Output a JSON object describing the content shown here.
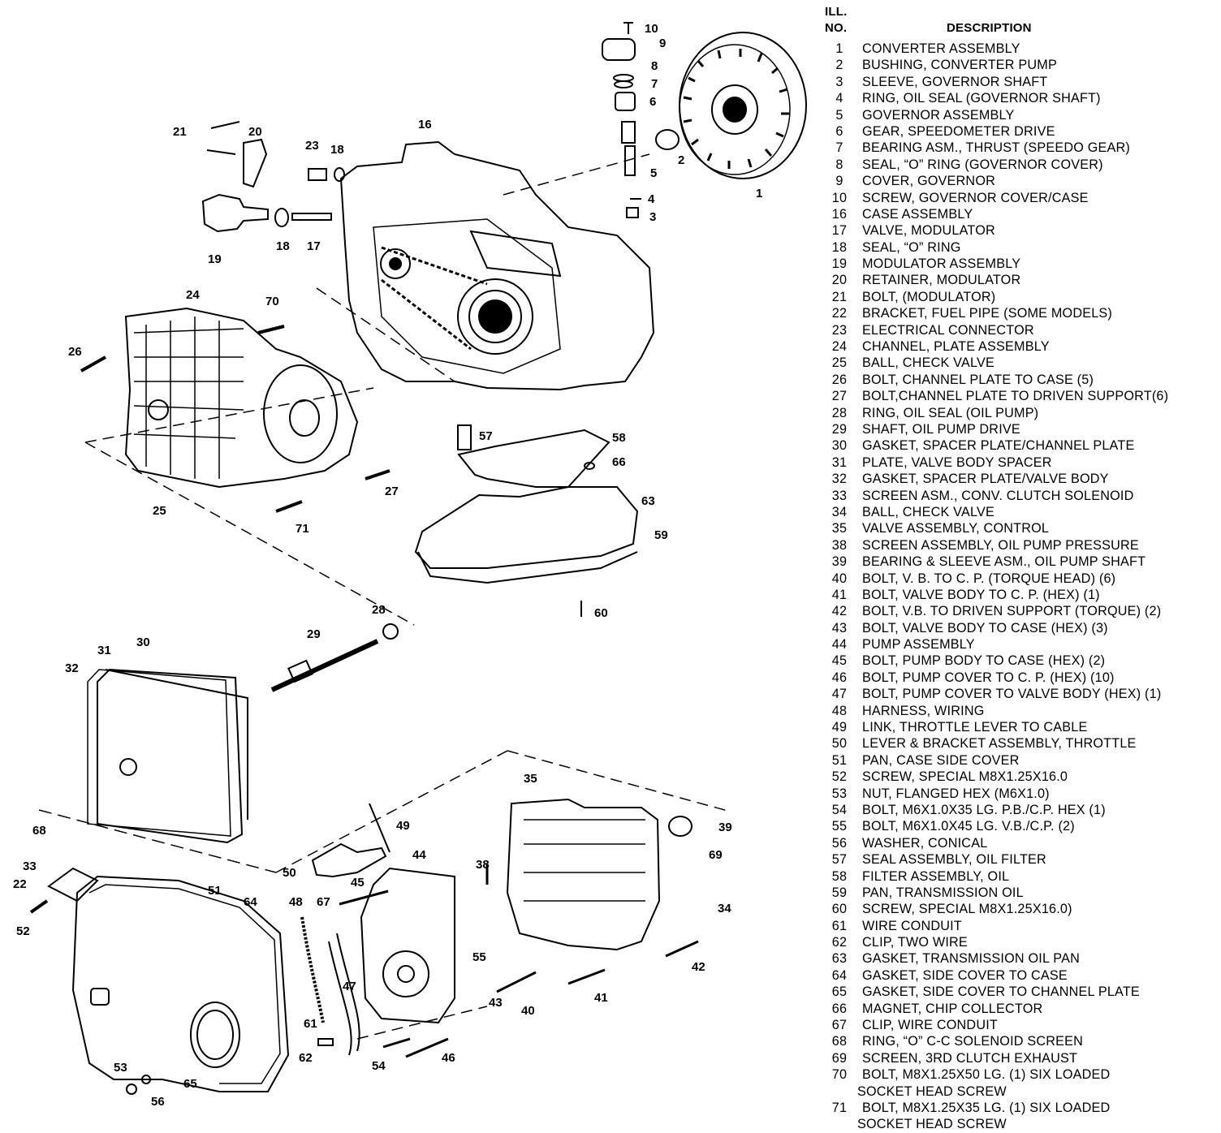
{
  "legend": {
    "header_ill": "ILL.",
    "header_no": "NO.",
    "header_desc": "DESCRIPTION",
    "items": [
      {
        "no": "1",
        "desc": "CONVERTER ASSEMBLY"
      },
      {
        "no": "2",
        "desc": "BUSHING, CONVERTER PUMP"
      },
      {
        "no": "3",
        "desc": "SLEEVE, GOVERNOR SHAFT"
      },
      {
        "no": "4",
        "desc": "RING, OIL SEAL (GOVERNOR SHAFT)"
      },
      {
        "no": "5",
        "desc": "GOVERNOR ASSEMBLY"
      },
      {
        "no": "6",
        "desc": "GEAR, SPEEDOMETER DRIVE"
      },
      {
        "no": "7",
        "desc": "BEARING ASM., THRUST (SPEEDO GEAR)"
      },
      {
        "no": "8",
        "desc": "SEAL, “O” RING (GOVERNOR COVER)"
      },
      {
        "no": "9",
        "desc": "COVER, GOVERNOR"
      },
      {
        "no": "10",
        "desc": "SCREW, GOVERNOR COVER/CASE"
      },
      {
        "no": "16",
        "desc": "CASE ASSEMBLY"
      },
      {
        "no": "17",
        "desc": "VALVE, MODULATOR"
      },
      {
        "no": "18",
        "desc": "SEAL, “O” RING"
      },
      {
        "no": "19",
        "desc": "MODULATOR ASSEMBLY"
      },
      {
        "no": "20",
        "desc": "RETAINER, MODULATOR"
      },
      {
        "no": "21",
        "desc": "BOLT, (MODULATOR)"
      },
      {
        "no": "22",
        "desc": "BRACKET, FUEL PIPE (SOME MODELS)"
      },
      {
        "no": "23",
        "desc": "ELECTRICAL CONNECTOR"
      },
      {
        "no": "24",
        "desc": "CHANNEL, PLATE ASSEMBLY"
      },
      {
        "no": "25",
        "desc": "BALL, CHECK VALVE"
      },
      {
        "no": "26",
        "desc": "BOLT, CHANNEL PLATE TO CASE (5)"
      },
      {
        "no": "27",
        "desc": "BOLT,CHANNEL PLATE TO DRIVEN SUPPORT(6)"
      },
      {
        "no": "28",
        "desc": "RING, OIL SEAL (OIL PUMP)"
      },
      {
        "no": "29",
        "desc": "SHAFT, OIL PUMP DRIVE"
      },
      {
        "no": "30",
        "desc": "GASKET, SPACER PLATE/CHANNEL PLATE"
      },
      {
        "no": "31",
        "desc": "PLATE, VALVE BODY SPACER"
      },
      {
        "no": "32",
        "desc": "GASKET, SPACER PLATE/VALVE BODY"
      },
      {
        "no": "33",
        "desc": "SCREEN ASM., CONV. CLUTCH SOLENOID"
      },
      {
        "no": "34",
        "desc": "BALL, CHECK VALVE"
      },
      {
        "no": "35",
        "desc": "VALVE ASSEMBLY, CONTROL"
      },
      {
        "no": "38",
        "desc": "SCREEN ASSEMBLY, OIL PUMP PRESSURE"
      },
      {
        "no": "39",
        "desc": "BEARING & SLEEVE ASM., OIL PUMP SHAFT"
      },
      {
        "no": "40",
        "desc": "BOLT, V. B. TO C. P. (TORQUE HEAD) (6)"
      },
      {
        "no": "41",
        "desc": "BOLT, VALVE BODY TO C. P. (HEX) (1)"
      },
      {
        "no": "42",
        "desc": "BOLT, V.B. TO DRIVEN SUPPORT (TORQUE) (2)"
      },
      {
        "no": "43",
        "desc": "BOLT, VALVE BODY TO CASE (HEX) (3)"
      },
      {
        "no": "44",
        "desc": "PUMP ASSEMBLY"
      },
      {
        "no": "45",
        "desc": "BOLT, PUMP BODY TO CASE (HEX) (2)"
      },
      {
        "no": "46",
        "desc": "BOLT, PUMP COVER TO C. P. (HEX) (10)"
      },
      {
        "no": "47",
        "desc": "BOLT, PUMP COVER TO VALVE BODY (HEX) (1)"
      },
      {
        "no": "48",
        "desc": "HARNESS, WIRING"
      },
      {
        "no": "49",
        "desc": "LINK, THROTTLE LEVER TO CABLE"
      },
      {
        "no": "50",
        "desc": "LEVER & BRACKET ASSEMBLY, THROTTLE"
      },
      {
        "no": "51",
        "desc": "PAN, CASE SIDE COVER"
      },
      {
        "no": "52",
        "desc": "SCREW, SPECIAL M8X1.25X16.0"
      },
      {
        "no": "53",
        "desc": "NUT, FLANGED HEX (M6X1.0)"
      },
      {
        "no": "54",
        "desc": "BOLT, M6X1.0X35 LG. P.B./C.P. HEX (1)"
      },
      {
        "no": "55",
        "desc": "BOLT, M6X1.0X45 LG. V.B./C.P. (2)"
      },
      {
        "no": "56",
        "desc": "WASHER, CONICAL"
      },
      {
        "no": "57",
        "desc": "SEAL ASSEMBLY, OIL FILTER"
      },
      {
        "no": "58",
        "desc": "FILTER ASSEMBLY, OIL"
      },
      {
        "no": "59",
        "desc": "PAN, TRANSMISSION OIL"
      },
      {
        "no": "60",
        "desc": "SCREW, SPECIAL M8X1.25X16.0)"
      },
      {
        "no": "61",
        "desc": "WIRE CONDUIT"
      },
      {
        "no": "62",
        "desc": "CLIP, TWO WIRE"
      },
      {
        "no": "63",
        "desc": "GASKET, TRANSMISSION OIL PAN"
      },
      {
        "no": "64",
        "desc": "GASKET, SIDE COVER TO CASE"
      },
      {
        "no": "65",
        "desc": "GASKET, SIDE COVER TO CHANNEL PLATE"
      },
      {
        "no": "66",
        "desc": "MAGNET, CHIP COLLECTOR"
      },
      {
        "no": "67",
        "desc": "CLIP, WIRE CONDUIT"
      },
      {
        "no": "68",
        "desc": "RING, “O” C-C SOLENOID SCREEN"
      },
      {
        "no": "69",
        "desc": "SCREEN, 3RD CLUTCH EXHAUST"
      },
      {
        "no": "70",
        "desc": "BOLT, M8X1.25X50 LG. (1) SIX LOADED"
      },
      {
        "no": "",
        "desc": "SOCKET HEAD SCREW"
      },
      {
        "no": "71",
        "desc": "BOLT, M8X1.25X35 LG. (1) SIX LOADED"
      },
      {
        "no": "",
        "desc": "SOCKET HEAD SCREW"
      }
    ]
  },
  "callouts": [
    "1",
    "2",
    "3",
    "4",
    "5",
    "6",
    "7",
    "8",
    "9",
    "10",
    "16",
    "17",
    "18",
    "18",
    "19",
    "20",
    "21",
    "23",
    "24",
    "25",
    "26",
    "27",
    "28",
    "29",
    "30",
    "31",
    "32",
    "33",
    "34",
    "35",
    "38",
    "39",
    "40",
    "41",
    "42",
    "43",
    "44",
    "45",
    "46",
    "47",
    "48",
    "49",
    "50",
    "51",
    "52",
    "53",
    "54",
    "55",
    "56",
    "57",
    "58",
    "59",
    "60",
    "61",
    "62",
    "63",
    "64",
    "65",
    "66",
    "67",
    "68",
    "69",
    "70",
    "71",
    "22"
  ]
}
